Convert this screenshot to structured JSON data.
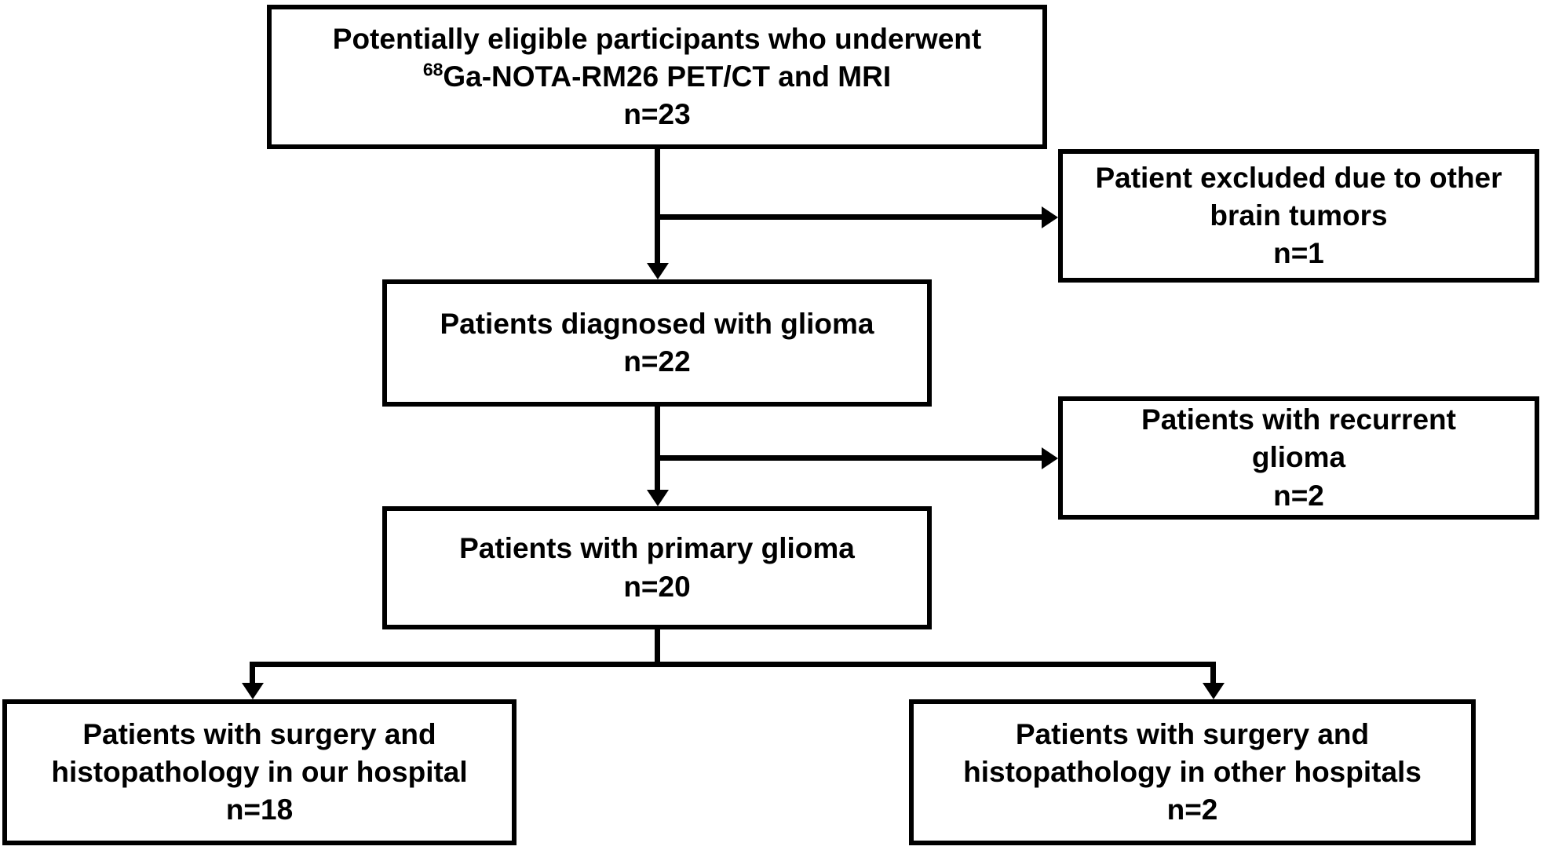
{
  "canvas": {
    "background_color": "#ffffff",
    "line_color": "#000000",
    "text_color": "#000000"
  },
  "flowchart": {
    "type": "patient-flow-diagram",
    "nodes": {
      "eligible": {
        "line1": "Potentially eligible participants who underwent",
        "line2_superscript": "68",
        "line2": "Ga-NOTA-RM26 PET/CT and MRI",
        "line3": "n=23"
      },
      "excluded": {
        "line1": "Patient excluded due to other",
        "line2": "brain tumors",
        "line3": "n=1"
      },
      "diagnosed": {
        "line1": "Patients diagnosed with glioma",
        "line2": "n=22"
      },
      "recurrent": {
        "line1": "Patients with recurrent",
        "line2": "glioma",
        "line3": "n=2"
      },
      "primary": {
        "line1": "Patients with primary glioma",
        "line2": "n=20"
      },
      "our_hospital": {
        "line1": "Patients with surgery and",
        "line2": "histopathology in our hospital",
        "line3": "n=18"
      },
      "other_hospitals": {
        "line1": "Patients with surgery and",
        "line2": "histopathology in other hospitals",
        "line3": "n=2"
      }
    },
    "edges": [
      {
        "from": "eligible",
        "to": "diagnosed"
      },
      {
        "from": "eligible",
        "to": "excluded"
      },
      {
        "from": "diagnosed",
        "to": "primary"
      },
      {
        "from": "diagnosed",
        "to": "recurrent"
      },
      {
        "from": "primary",
        "to": "our_hospital"
      },
      {
        "from": "primary",
        "to": "other_hospitals"
      }
    ]
  }
}
